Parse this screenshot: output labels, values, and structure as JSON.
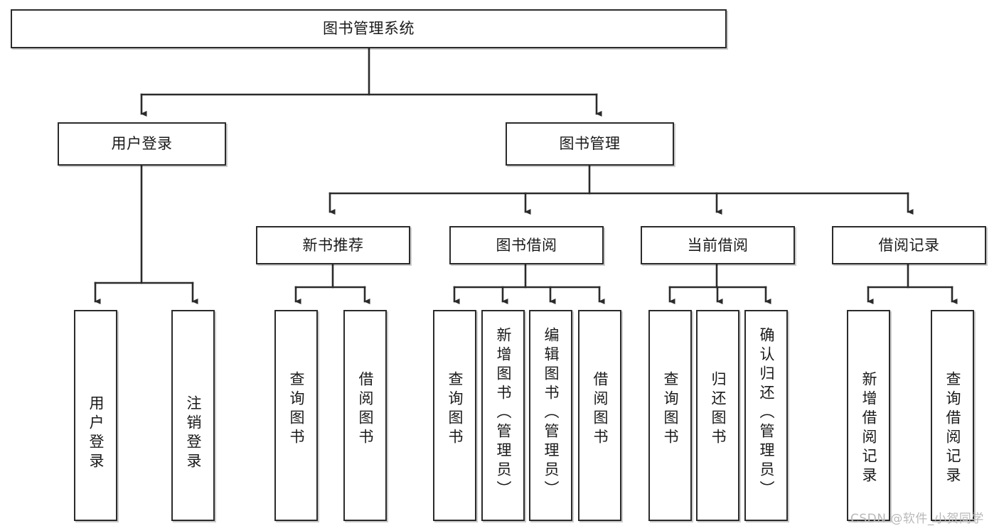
{
  "diagram": {
    "type": "tree",
    "title": "图书管理系统",
    "root": {
      "id": "root",
      "label": "图书管理系统"
    },
    "level2": [
      {
        "id": "user-login",
        "label": "用户登录"
      },
      {
        "id": "book-manage",
        "label": "图书管理"
      }
    ],
    "level3": [
      {
        "id": "new-book-recommend",
        "label": "新书推荐",
        "parent": "book-manage"
      },
      {
        "id": "book-borrow",
        "label": "图书借阅",
        "parent": "book-manage"
      },
      {
        "id": "current-borrow",
        "label": "当前借阅",
        "parent": "book-manage"
      },
      {
        "id": "borrow-record",
        "label": "借阅记录",
        "parent": "book-manage"
      }
    ],
    "leaves": {
      "user_login": [
        {
          "id": "leaf-user-login",
          "label": "用户登录"
        },
        {
          "id": "leaf-user-logout",
          "label": "注销登录"
        }
      ],
      "new_book_recommend": [
        {
          "id": "leaf-query-book-1",
          "label": "查询图书"
        },
        {
          "id": "leaf-borrow-book-1",
          "label": "借阅图书"
        }
      ],
      "book_borrow": [
        {
          "id": "leaf-query-book-2",
          "label": "查询图书"
        },
        {
          "id": "leaf-add-book",
          "label": "新增图书（管理员）"
        },
        {
          "id": "leaf-edit-book",
          "label": "编辑图书（管理员）"
        },
        {
          "id": "leaf-borrow-book-2",
          "label": "借阅图书"
        }
      ],
      "current_borrow": [
        {
          "id": "leaf-query-book-3",
          "label": "查询图书"
        },
        {
          "id": "leaf-return-book",
          "label": "归还图书"
        },
        {
          "id": "leaf-confirm-return",
          "label": "确认归还（管理员）"
        }
      ],
      "borrow_record": [
        {
          "id": "leaf-add-record",
          "label": "新增借阅记录"
        },
        {
          "id": "leaf-query-record",
          "label": "查询借阅记录"
        }
      ]
    }
  },
  "watermark": {
    "text": "CSDN @软件_小贺同学"
  },
  "colors": {
    "stroke": "#2b2b2b",
    "box_fill": "#ffffff",
    "text": "#1a1a1a",
    "watermark": "#b9b9b9",
    "background": "#ffffff"
  }
}
